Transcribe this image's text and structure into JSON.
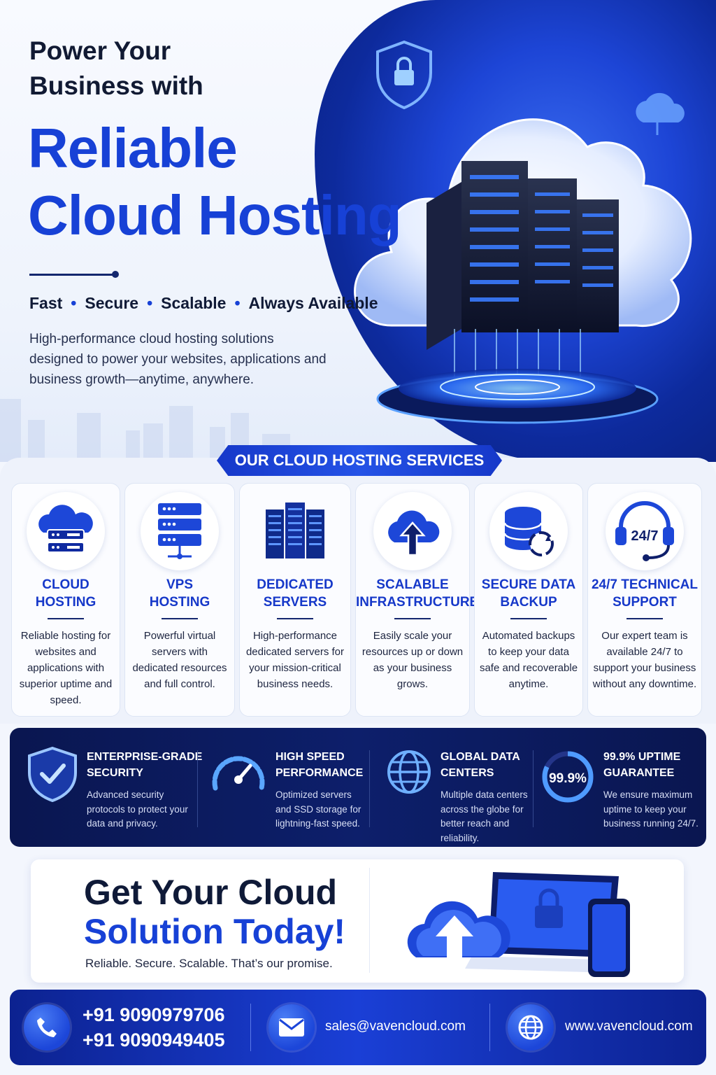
{
  "hero": {
    "line1": "Power Your",
    "line2": "Business with",
    "headline1": "Reliable",
    "headline2": "Cloud Hosting",
    "tagline": [
      "Fast",
      "Secure",
      "Scalable",
      "Always Available"
    ],
    "description": "High-performance cloud hosting solutions designed to power your websites, applications and business growth—anytime, anywhere."
  },
  "services": {
    "section_title": "OUR CLOUD HOSTING SERVICES",
    "items": [
      {
        "title_1": "CLOUD",
        "title_2": "HOSTING",
        "icon": "cloud-server-icon",
        "desc": "Reliable hosting for websites and applications with superior uptime and speed."
      },
      {
        "title_1": "VPS",
        "title_2": "HOSTING",
        "icon": "vps-server-stack-icon",
        "desc": "Powerful virtual servers with dedicated resources and full control."
      },
      {
        "title_1": "DEDICATED",
        "title_2": "SERVERS",
        "icon": "server-racks-icon",
        "desc": "High-performance dedicated servers for your mission-critical business needs."
      },
      {
        "title_1": "SCALABLE",
        "title_2": "INFRASTRUCTURE",
        "icon": "cloud-upload-icon",
        "desc": "Easily scale your resources up or down as your business grows."
      },
      {
        "title_1": "SECURE DATA",
        "title_2": "BACKUP",
        "icon": "database-backup-icon",
        "desc": "Automated backups to keep your data safe and recoverable anytime."
      },
      {
        "title_1": "24/7 TECHNICAL",
        "title_2": "SUPPORT",
        "icon": "headset-icon",
        "icon_text": "24/7",
        "desc": "Our expert team is available 24/7 to support your business without any downtime."
      }
    ]
  },
  "features": [
    {
      "title_1": "ENTERPRISE-GRADE",
      "title_2": "SECURITY",
      "icon": "shield-check-icon",
      "desc": "Advanced security protocols to protect your data and privacy."
    },
    {
      "title_1": "HIGH SPEED",
      "title_2": "PERFORMANCE",
      "icon": "speedometer-icon",
      "desc": "Optimized servers and SSD storage for lightning-fast speed."
    },
    {
      "title_1": "GLOBAL DATA",
      "title_2": "CENTERS",
      "icon": "globe-icon",
      "desc": "Multiple data centers across the globe for better reach and reliability."
    },
    {
      "title_1": "99.9% UPTIME",
      "title_2": "GUARANTEE",
      "icon": "uptime-ring-icon",
      "icon_text": "99.9%",
      "desc": "We ensure maximum uptime to keep your business running 24/7."
    }
  ],
  "cta": {
    "line1": "Get Your Cloud",
    "line2": "Solution Today!",
    "subtitle": "Reliable. Secure. Scalable. That’s our promise."
  },
  "contact": {
    "phone1": "+91 9090979706",
    "phone2": "+91 9090949405",
    "email": "sales@vavencloud.com",
    "website": "www.vavencloud.com"
  },
  "colors": {
    "brand_blue": "#1741d6",
    "navy": "#0a1650",
    "ink": "#111a33"
  }
}
